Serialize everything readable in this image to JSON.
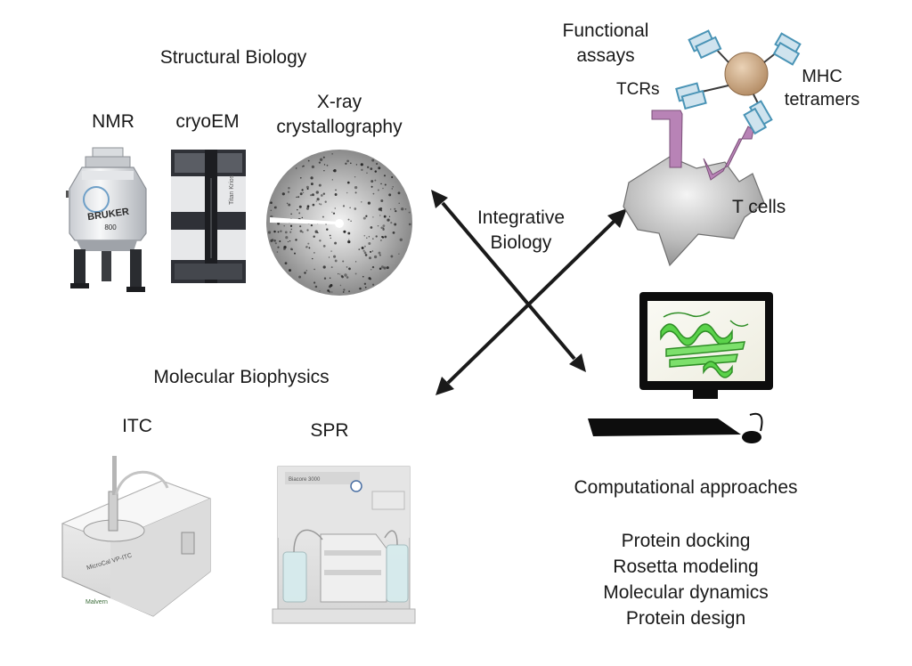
{
  "structural": {
    "title": "Structural Biology",
    "nmr": "NMR",
    "cryoem": "cryoEM",
    "xray_line1": "X-ray",
    "xray_line2": "crystallography",
    "nmr_brand": "BRUKER",
    "nmr_model": "800",
    "cryoem_brand": "Titan Krios"
  },
  "functional": {
    "title_line1": "Functional",
    "title_line2": "assays",
    "tcrs": "TCRs",
    "mhc_line1": "MHC",
    "mhc_line2": "tetramers",
    "tcells": "T cells"
  },
  "center": {
    "line1": "Integrative",
    "line2": "Biology"
  },
  "biophysics": {
    "title": "Molecular Biophysics",
    "itc": "ITC",
    "spr": "SPR",
    "itc_brand": "MicroCal VP-ITC",
    "itc_maker": "Malvern",
    "spr_model": "Biacore 3000"
  },
  "computational": {
    "title": "Computational approaches",
    "methods": [
      "Protein docking",
      "Rosetta modeling",
      "Molecular dynamics",
      "Protein design"
    ]
  },
  "colors": {
    "arrow": "#1a1a1a",
    "tcr": "#b883b6",
    "mhc_fill": "#cfe3ee",
    "mhc_stroke": "#4a94b6",
    "bead": "#c9a682",
    "protein": "#5ad24a",
    "cell": "#a9a9a9"
  }
}
